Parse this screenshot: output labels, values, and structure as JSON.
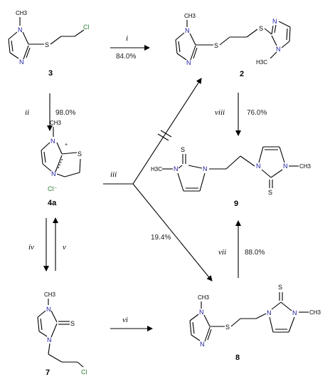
{
  "atoms": {
    "methyl": "CH3",
    "n": "N",
    "s": "S",
    "cl": "Cl",
    "h3c": "H3C",
    "chloride": "Cl⁻",
    "plus": "+"
  },
  "compounds": {
    "c3": "3",
    "c2": "2",
    "c4a": "4a",
    "c9": "9",
    "c7": "7",
    "c8": "8"
  },
  "steps": {
    "i": "i",
    "ii": "ii",
    "iii": "iii",
    "iv": "iv",
    "v": "v",
    "vi": "vi",
    "vii": "vii",
    "viii": "viii"
  },
  "yields": {
    "i": "84.0%",
    "ii": "98.0%",
    "iii_lower": "19.4%",
    "vii": "88.0%",
    "viii": "76.0%"
  }
}
